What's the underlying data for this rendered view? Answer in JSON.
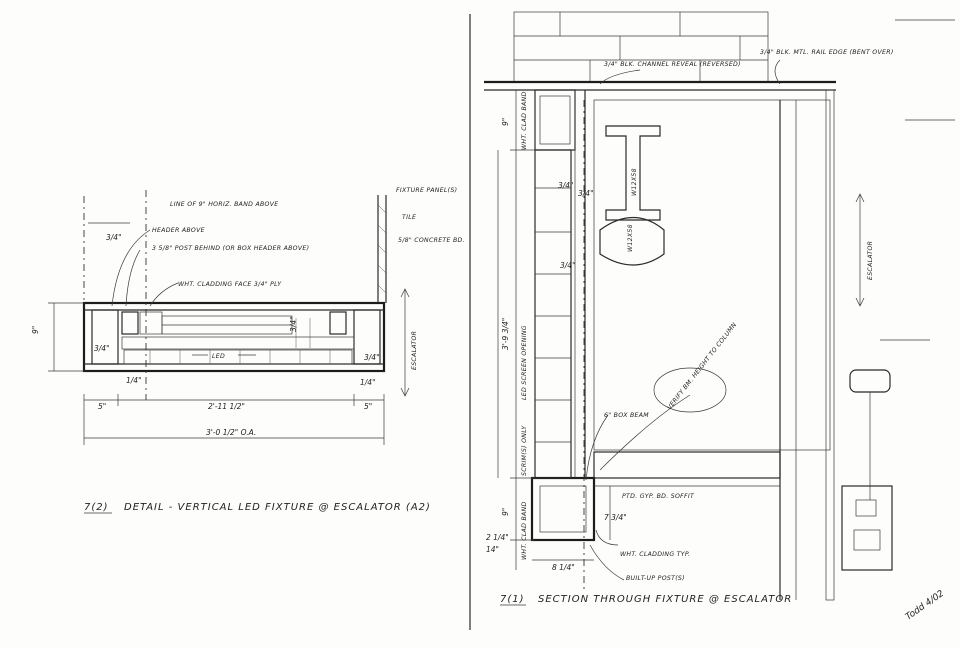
{
  "left_detail": {
    "title_number": "7(2)",
    "title": "DETAIL - VERTICAL LED FIXTURE @ ESCALATOR (A2)",
    "notes": {
      "horiz_band": "LINE OF 9\" HORIZ. BAND ABOVE",
      "header": "HEADER ABOVE",
      "post": "3 5/8\" POST BEHIND (OR BOX HEADER ABOVE)",
      "cladding": "WHT. CLADDING FACE 3/4\" PLY",
      "led": "LED",
      "fixture_panels": "FIXTURE PANEL(S)",
      "tile": "TILE",
      "concrete": "5/8\" CONCRETE BD.",
      "escalator": "ESCALATOR"
    },
    "dims": {
      "top_left": "3/4\"",
      "height": "9\"",
      "inner_left": "3/4\"",
      "inner_right": "3/4\"",
      "right_side": "3/4\"",
      "small_right": "1/4\"",
      "bottom_small": "1/4\"",
      "left_five": "5\"",
      "center": "2'-11 1/2\"",
      "right_five": "5\"",
      "overall": "3'-0 1/2\" O.A."
    }
  },
  "right_detail": {
    "title_number": "7(1)",
    "title": "SECTION THROUGH FIXTURE @ ESCALATOR",
    "notes": {
      "channel": "3/4\" BLK. CHANNEL REVEAL (REVERSED)",
      "rail": "3/4\" BLK. MTL. RAIL EDGE (BENT OVER)",
      "wht_clad_band_top": "WHT. CLAD BAND",
      "beam1": "W12X58",
      "beam2": "W12X58",
      "escalator": "ESCALATOR",
      "led_screen": "LED SCREEN OPENING",
      "scrim": "SCRIM(S) ONLY",
      "verify": "VERIFY BM. HEIGHT TO COLUMN",
      "box_beam": "6\" BOX BEAM",
      "soffit": "PTD. GYP. BD. SOFFIT",
      "wht_clad_band_bottom": "WHT. CLAD BAND",
      "cladding": "WHT. CLADDING TYP.",
      "posts": "BUILT-UP POST(S)"
    },
    "dims": {
      "top_nine": "9\"",
      "side_a": "3/4\"",
      "side_b": "3/4\"",
      "side_c": "3/4\"",
      "tall": "3'-9 3/4\"",
      "bottom_nine": "9\"",
      "seven": "7 3/4\"",
      "two": "2 1/4\"",
      "fourteen": "14\"",
      "eight": "8 1/4\""
    },
    "signature": "Todd 4/02"
  }
}
